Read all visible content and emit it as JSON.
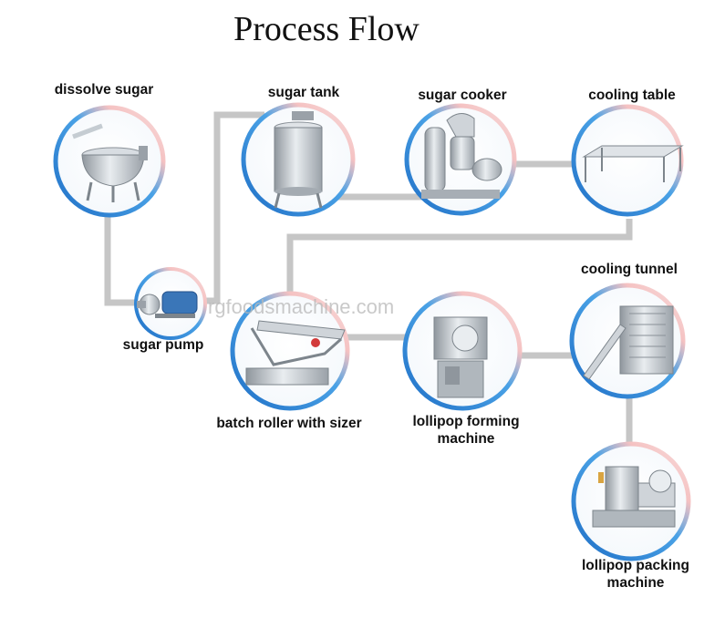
{
  "title": "Process Flow",
  "watermark": "rgfoodsmachine.com",
  "colors": {
    "ring_blue": "#2f7fd0",
    "ring_pink": "#f3b6b6",
    "pipe_gray": "#c6c6c6",
    "steel": "#b9bfc5"
  },
  "steps": [
    {
      "id": "dissolve-sugar",
      "label": "dissolve sugar",
      "icon": "jacketed-kettle-icon"
    },
    {
      "id": "sugar-tank",
      "label": "sugar tank",
      "icon": "storage-tank-icon"
    },
    {
      "id": "sugar-cooker",
      "label": "sugar cooker",
      "icon": "vacuum-cooker-icon"
    },
    {
      "id": "cooling-table",
      "label": "cooling table",
      "icon": "cooling-table-icon"
    },
    {
      "id": "sugar-pump",
      "label": "sugar pump",
      "icon": "gear-pump-icon"
    },
    {
      "id": "batch-roller",
      "label": "batch roller with sizer",
      "icon": "batch-roller-icon"
    },
    {
      "id": "lollipop-forming",
      "label": "lollipop forming",
      "label2": "machine",
      "icon": "forming-machine-icon"
    },
    {
      "id": "cooling-tunnel",
      "label": "cooling tunnel",
      "icon": "cooling-tunnel-icon"
    },
    {
      "id": "lollipop-packing",
      "label": "lollipop packing",
      "label2": "machine",
      "icon": "packing-machine-icon"
    }
  ]
}
